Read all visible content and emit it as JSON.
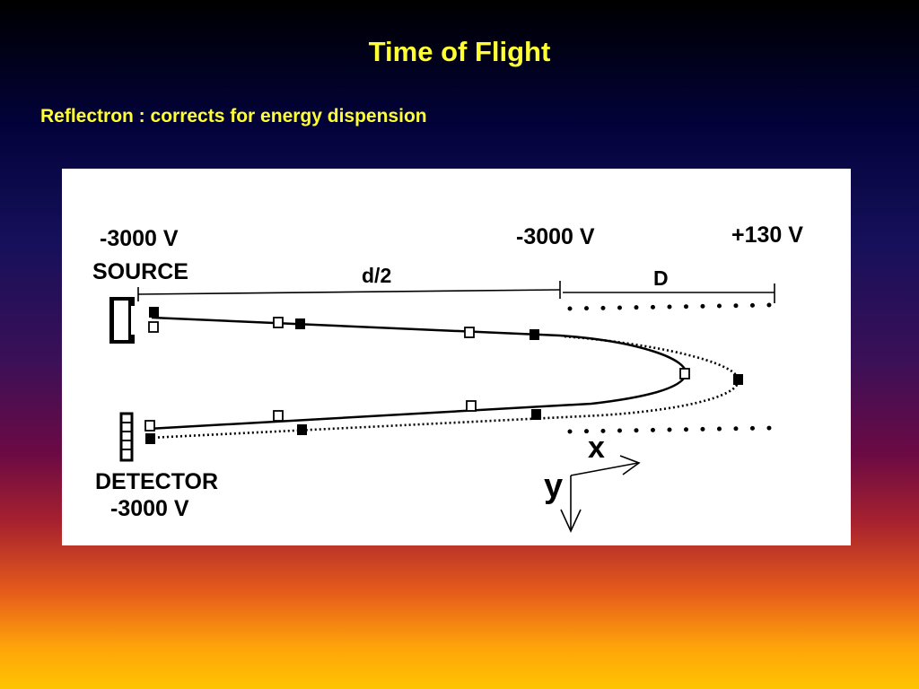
{
  "slide": {
    "title": "Time of Flight",
    "subtitle": "Reflectron : corrects for energy dispension"
  },
  "diagram": {
    "source_voltage": "-3000 V",
    "source_label": "SOURCE",
    "drift_label": "d/2",
    "reflectron_entry_voltage": "-3000 V",
    "reflectron_label": "D",
    "reflectron_end_voltage": "+130 V",
    "detector_label": "DETECTOR",
    "detector_voltage": "-3000 V",
    "x_axis_label": "x",
    "y_axis_label": "y"
  },
  "colors": {
    "title": "#ffff33",
    "ink": "#000000",
    "panel": "#ffffff"
  }
}
